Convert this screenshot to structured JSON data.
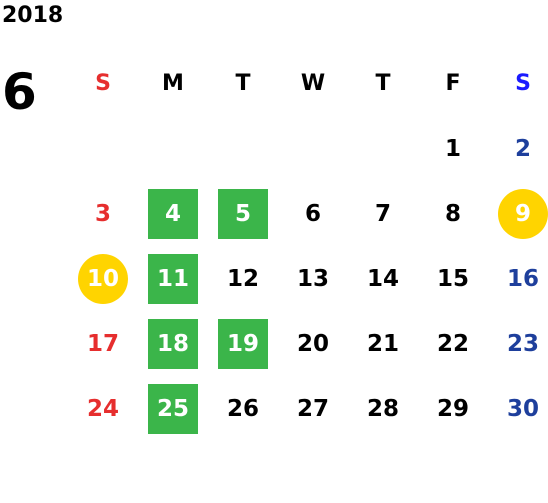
{
  "year": "2018",
  "month": "6",
  "weekdays": [
    "S",
    "M",
    "T",
    "W",
    "T",
    "F",
    "S"
  ],
  "colors": {
    "sunday": "#e62e2e",
    "saturday": "#1e3f9c",
    "saturday_header": "#1a1aff",
    "green_highlight": "#3bb54a",
    "yellow_highlight": "#ffd400"
  },
  "weeks": [
    [
      "",
      "",
      "",
      "",
      "",
      "1",
      "2"
    ],
    [
      "3",
      "4",
      "5",
      "6",
      "7",
      "8",
      "9"
    ],
    [
      "10",
      "11",
      "12",
      "13",
      "14",
      "15",
      "16"
    ],
    [
      "17",
      "18",
      "19",
      "20",
      "21",
      "22",
      "23"
    ],
    [
      "24",
      "25",
      "26",
      "27",
      "28",
      "29",
      "30"
    ]
  ],
  "green_days": [
    "4",
    "5",
    "11",
    "18",
    "19",
    "25"
  ],
  "yellow_days": [
    "9",
    "10"
  ]
}
